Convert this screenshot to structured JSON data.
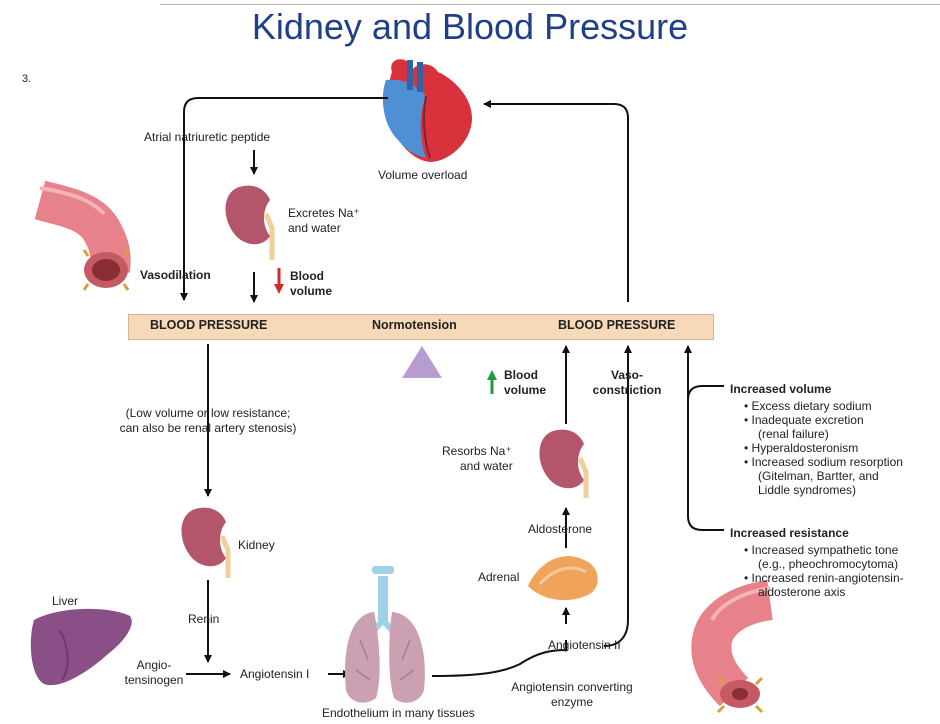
{
  "title": "Kidney and Blood Pressure",
  "corner_mark": "3.",
  "bar": {
    "low": "BLOOD PRESSURE",
    "middle": "Normotension",
    "high": "BLOOD PRESSURE"
  },
  "labels": {
    "anp": "Atrial natriuretic peptide",
    "volume_overload": "Volume overload",
    "excretes_line1": "Excretes Na⁺",
    "excretes_line2": "and water",
    "vasodilation": "Vasodilation",
    "blood_volume_low_1": "Blood",
    "blood_volume_low_2": "volume",
    "low_cause_1": "(Low volume or low resistance;",
    "low_cause_2": "can also be renal artery stenosis)",
    "kidney": "Kidney",
    "renin": "Renin",
    "liver": "Liver",
    "angiotensinogen_1": "Angio-",
    "angiotensinogen_2": "tensinogen",
    "angiotensin1": "Angiotensin I",
    "endothelium": "Endothelium in many tissues",
    "ace_1": "Angiotensin converting",
    "ace_2": "enzyme",
    "angiotensin2": "Angiotensin II",
    "adrenal": "Adrenal",
    "aldosterone": "Aldosterone",
    "resorbs_1": "Resorbs Na⁺",
    "resorbs_2": "and water",
    "blood_volume_high_1": "Blood",
    "blood_volume_high_2": "volume",
    "vaso_1": "Vaso-",
    "vaso_2": "constriction"
  },
  "increased_volume": {
    "heading": "Increased volume",
    "items": [
      "• Excess dietary sodium",
      "• Inadequate excretion",
      "  (renal failure)",
      "• Hyperaldosteronism",
      "• Increased sodium resorption",
      "  (Gitelman, Bartter, and",
      "  Liddle syndromes)"
    ]
  },
  "increased_resistance": {
    "heading": "Increased resistance",
    "items": [
      "• Increased sympathetic tone",
      "  (e.g., pheochromocytoma)",
      "• Increased renin-angiotensin-",
      "  aldosterone axis"
    ]
  },
  "colors": {
    "title": "#1f3f86",
    "bar_fill": "#f6d9b9",
    "down_arrow": "#d12a2a",
    "up_arrow": "#1e9b44",
    "kidney": "#b4566b",
    "liver": "#8a4f86",
    "lung": "#caa0b2",
    "adrenal": "#f0a35a",
    "vessel": "#e7818a",
    "heart_red": "#d8323d",
    "heart_blue": "#4f8fd3",
    "triangle": "#b79cd0"
  }
}
